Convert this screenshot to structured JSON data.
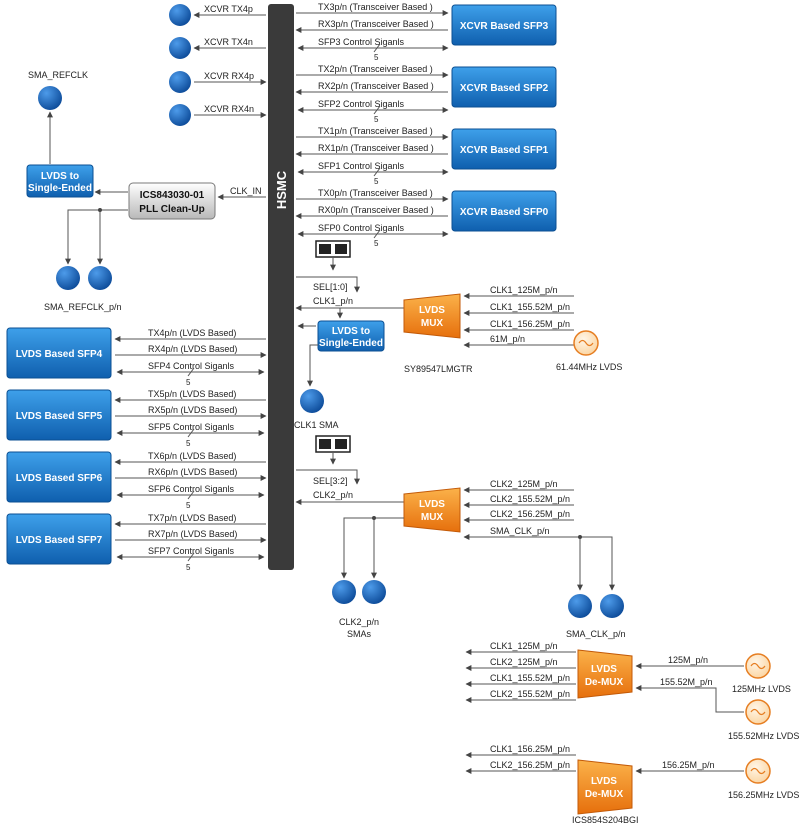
{
  "hsmc": "HSMC",
  "xcvr_pins": [
    "XCVR TX4p",
    "XCVR TX4n",
    "XCVR RX4p",
    "XCVR RX4n"
  ],
  "sma_refclk": "SMA_REFCLK",
  "lvds_to_se_1": [
    "LVDS to",
    "Single-Ended"
  ],
  "pll": [
    "ICS843030-01",
    "PLL Clean-Up"
  ],
  "clk_in": "CLK_IN",
  "sma_refclk_pn": "SMA_REFCLK_p/n",
  "xcvr_sfps": [
    {
      "box": "XCVR Based SFP3",
      "tx": "TX3p/n (Transceiver Based )",
      "rx": "RX3p/n (Transceiver Based )",
      "ctrl": "SFP3 Control Siganls",
      "width": "5"
    },
    {
      "box": "XCVR Based SFP2",
      "tx": "TX2p/n (Transceiver Based )",
      "rx": "RX2p/n  (Transceiver Based )",
      "ctrl": "SFP2 Control Siganls",
      "width": "5"
    },
    {
      "box": "XCVR Based SFP1",
      "tx": "TX1p/n (Transceiver Based )",
      "rx": "RX1p/n (Transceiver Based )",
      "ctrl": "SFP1 Control Siganls",
      "width": "5"
    },
    {
      "box": "XCVR Based SFP0",
      "tx": "TX0p/n (Transceiver Based )",
      "rx": "RX0p/n (Transceiver Based )",
      "ctrl": "SFP0 Control Siganls",
      "width": "5"
    }
  ],
  "lvds_sfps": [
    {
      "box": "LVDS Based SFP4",
      "tx": "TX4p/n (LVDS Based)",
      "rx": "RX4p/n (LVDS Based)",
      "ctrl": "SFP4 Control Siganls",
      "width": "5"
    },
    {
      "box": "LVDS Based SFP5",
      "tx": "TX5p/n (LVDS Based)",
      "rx": "RX5p/n (LVDS Based)",
      "ctrl": "SFP5 Control Siganls",
      "width": "5"
    },
    {
      "box": "LVDS Based SFP6",
      "tx": "TX6p/n (LVDS Based)",
      "rx": "RX6p/n (LVDS Based)",
      "ctrl": "SFP6 Control Siganls",
      "width": "5"
    },
    {
      "box": "LVDS Based SFP7",
      "tx": "TX7p/n (LVDS Based)",
      "rx": "RX7p/n (LVDS Based)",
      "ctrl": "SFP7 Control Siganls",
      "width": "5"
    }
  ],
  "mux1": {
    "box": [
      "LVDS",
      "MUX"
    ],
    "sel": "SEL[1:0]",
    "out": "CLK1_p/n",
    "inputs": [
      "CLK1_125M_p/n",
      "CLK1_155.52M_p/n",
      "CLK1_156.25M_p/n",
      "61M_p/n"
    ],
    "part": "SY89547LMGTR",
    "osc": "61.44MHz LVDS"
  },
  "lvds_to_se_2": [
    "LVDS to",
    "Single-Ended"
  ],
  "clk1_sma": "CLK1 SMA",
  "mux2": {
    "box": [
      "LVDS",
      "MUX"
    ],
    "sel": "SEL[3:2]",
    "out": "CLK2_p/n",
    "inputs": [
      "CLK2_125M_p/n",
      "CLK2_155.52M_p/n",
      "CLK2_156.25M_p/n",
      "SMA_CLK_p/n"
    ]
  },
  "clk2_smas": [
    "CLK2_p/n",
    "SMAs"
  ],
  "sma_clk_pn": "SMA_CLK_p/n",
  "demux1": {
    "box": [
      "LVDS",
      "De-MUX"
    ],
    "outputs": [
      "CLK1_125M_p/n",
      "CLK2_125M_p/n",
      "CLK1_155.52M_p/n",
      "CLK2_155.52M_p/n"
    ],
    "inputs": [
      "125M_p/n",
      "155.52M_p/n"
    ],
    "oscs": [
      "125MHz LVDS",
      "155.52MHz LVDS"
    ]
  },
  "demux2": {
    "box": [
      "LVDS",
      "De-MUX"
    ],
    "outputs": [
      "CLK1_156.25M_p/n",
      "CLK2_156.25M_p/n"
    ],
    "input": "156.25M_p/n",
    "osc": "156.25MHz LVDS",
    "part": "ICS854S204BGI"
  },
  "colors": {
    "blue_box": "#1a78c8",
    "orange_box": "#f08a1c",
    "hsmc": "#3a3a3a",
    "node": "#1560b8"
  }
}
